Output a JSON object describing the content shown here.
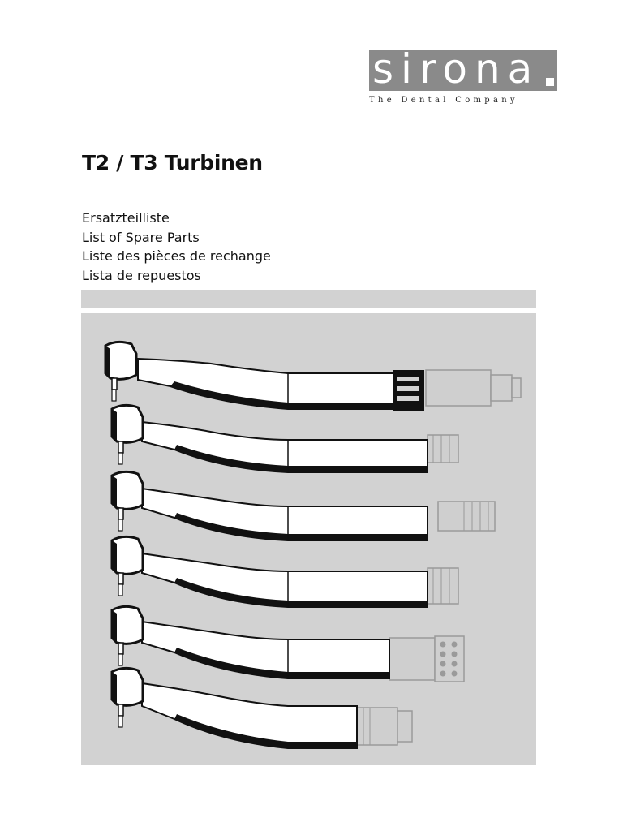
{
  "brand": {
    "logo_word": "sirona",
    "tagline": "The Dental Company"
  },
  "document": {
    "title": "T2 / T3 Turbinen",
    "subtitles": [
      "Ersatzteilliste",
      "List of Spare Parts",
      "Liste des pièces de rechange",
      "Lista de repuestos"
    ]
  },
  "illustration": {
    "handpieces": [
      {
        "coupling": "multiflex-style coupling"
      },
      {
        "coupling": "knurled cap coupling"
      },
      {
        "coupling": "ribbed sleeve coupling"
      },
      {
        "coupling": "short ribbed coupling"
      },
      {
        "coupling": "perforated coupling"
      },
      {
        "coupling": "grooved cylinder coupling"
      }
    ]
  }
}
